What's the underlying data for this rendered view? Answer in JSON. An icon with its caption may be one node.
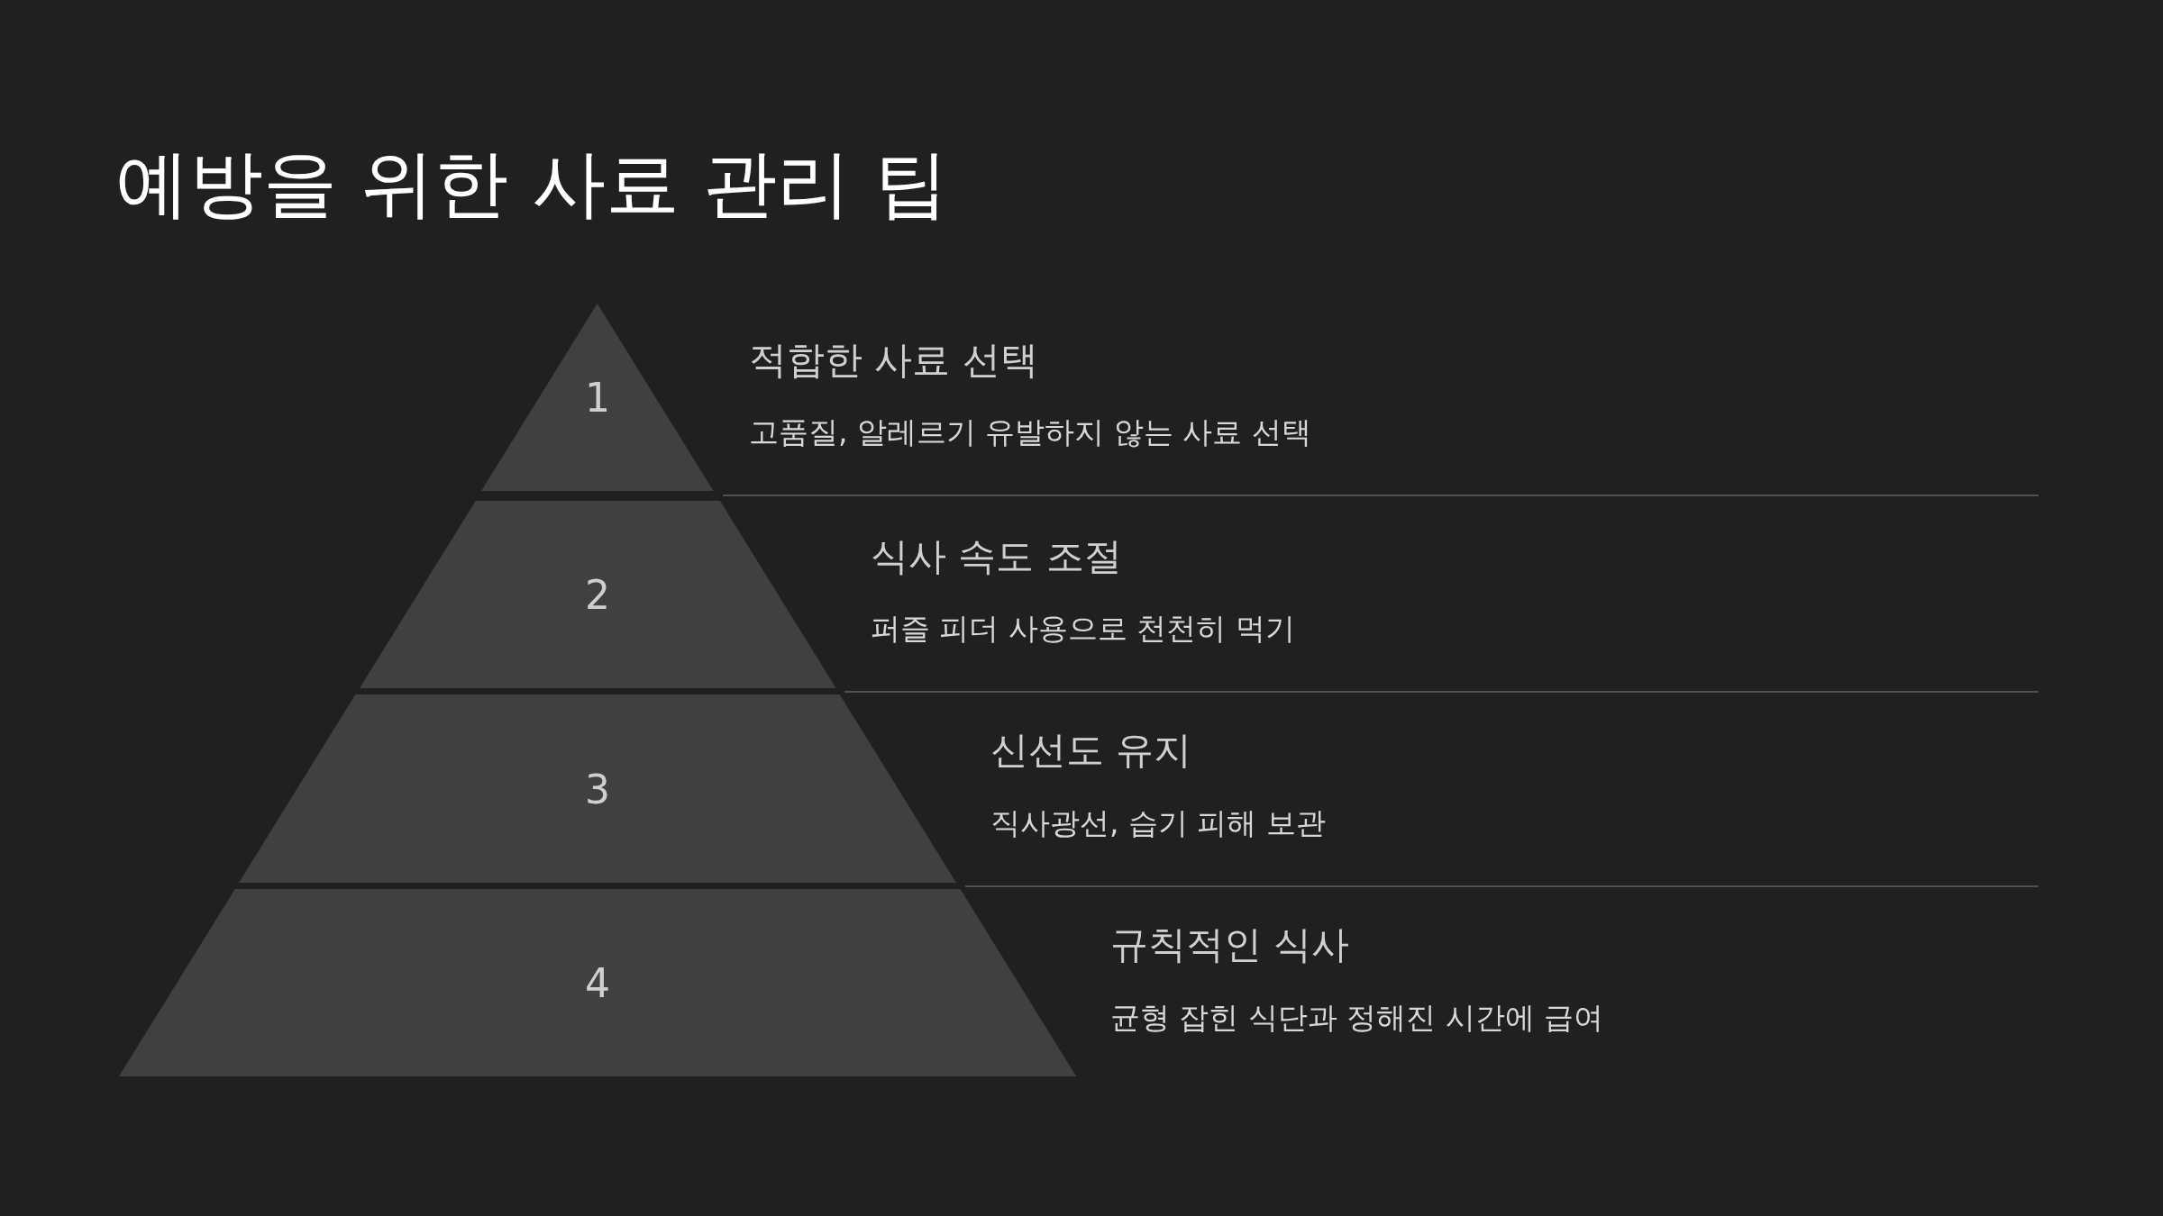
{
  "diagram": {
    "title": "예방을 위한 사료 관리 팁",
    "nodes": [
      {
        "text": [
          "1"
        ],
        "beside": [
          "적합한 사료 선택",
          "고품질, 알레르기 유발하지 않는 사료 선택"
        ]
      },
      {
        "text": [
          "2"
        ],
        "beside": [
          "식사 속도 조절",
          "퍼즐 피더 사용으로 천천히 먹기"
        ]
      },
      {
        "text": [
          "3"
        ],
        "beside": [
          "신선도 유지",
          "직사광선, 습기 피해 보관"
        ]
      },
      {
        "text": [
          "4"
        ],
        "beside": [
          "규칙적인 식사",
          "균형 잡힌 식단과 정해진 시간에 급여"
        ]
      }
    ],
    "edges": []
  }
}
